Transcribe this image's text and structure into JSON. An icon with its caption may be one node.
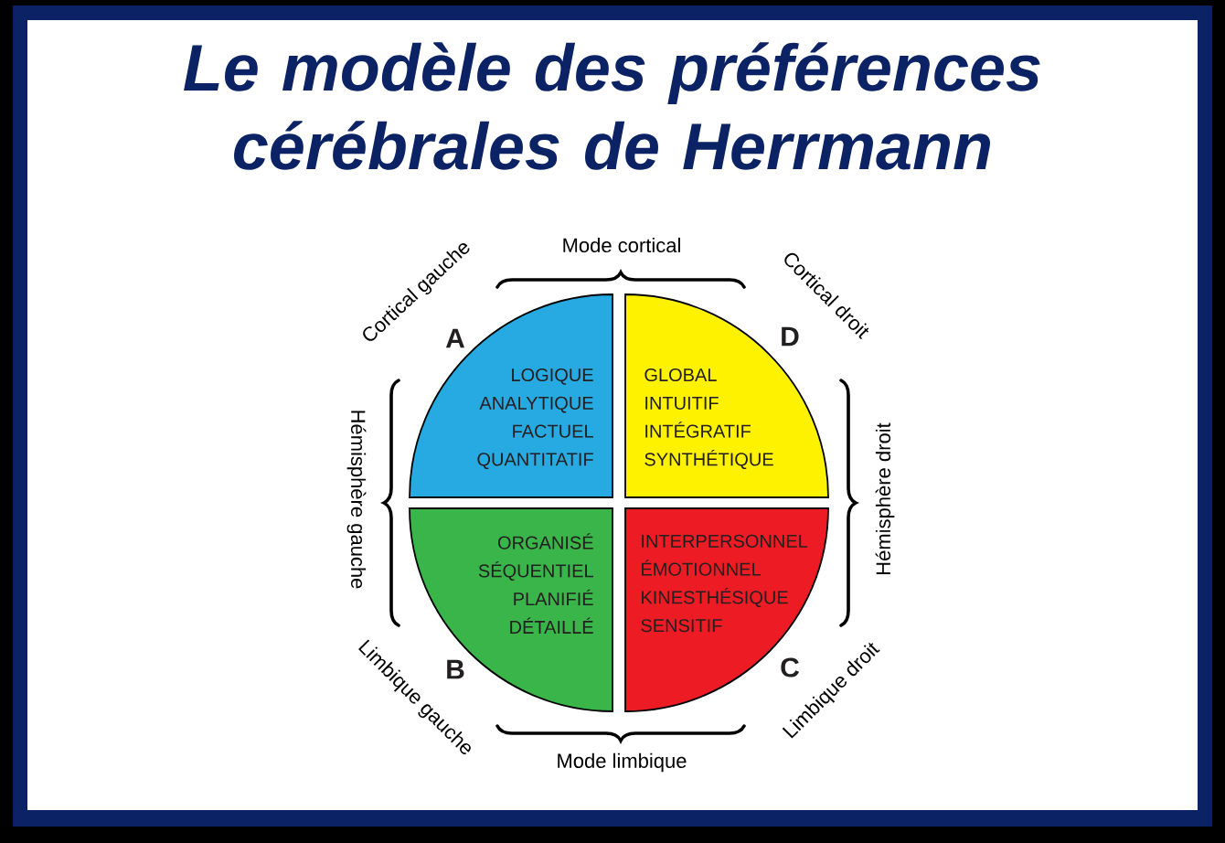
{
  "diagram": {
    "title": "Le modèle des préférences cérébrales de Herrmann",
    "nodes": [
      {
        "text": [
          "LOGIQUE",
          "ANALYTIQUE",
          "FACTUEL",
          "QUANTITATIF"
        ],
        "beside": [
          "A"
        ]
      },
      {
        "text": [
          "GLOBAL",
          "INTUITIF",
          "INTÉGRATIF",
          "SYNTHÉTIQUE"
        ],
        "beside": [
          "D"
        ]
      },
      {
        "text": [
          "ORGANISÉ",
          "SÉQUENTIEL",
          "PLANIFIÉ",
          "DÉTAILLÉ"
        ],
        "beside": [
          "B"
        ]
      },
      {
        "text": [
          "INTERPERSONNEL",
          "ÉMOTIONNEL",
          "KINESTHÉSIQUE",
          "SENSITIF"
        ],
        "beside": [
          "C"
        ]
      }
    ],
    "labels": [
      "Cortical gauche",
      "Mode cortical",
      "Cortical droit",
      "Hémisphère gauche",
      "Hémisphère droit",
      "Limbique gauche",
      "Limbique droit",
      "Mode limbique"
    ]
  }
}
